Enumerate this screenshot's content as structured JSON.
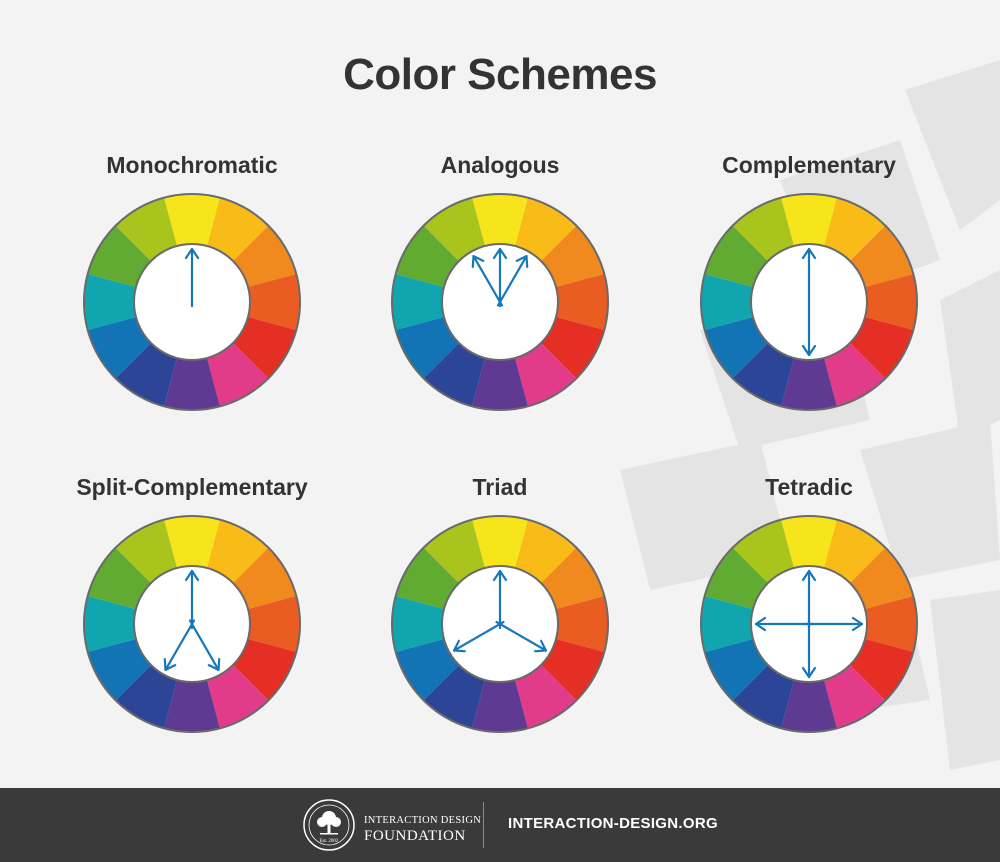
{
  "title": "Color Schemes",
  "wheel_colors": [
    "#f6e51b",
    "#f8bb18",
    "#f08a1f",
    "#e95c22",
    "#e52e24",
    "#e13b8a",
    "#5e3a92",
    "#2c4596",
    "#1273b5",
    "#11a5b0",
    "#62ab33",
    "#a8c41d"
  ],
  "arrow_color": "#1778b9",
  "accent_colors": {
    "background": "#f3f3f3",
    "footer": "#3a3a3a",
    "text": "#333333"
  },
  "schemes": [
    {
      "label": "Monochromatic",
      "arrows": [
        0
      ],
      "center_arrows": false
    },
    {
      "label": "Analogous",
      "arrows": [
        -30,
        0,
        30
      ],
      "center_arrows": false
    },
    {
      "label": "Complementary",
      "arrows": [
        0,
        180
      ],
      "center_arrows": true
    },
    {
      "label": "Split-Complementary",
      "arrows": [
        0,
        150,
        210
      ],
      "center_arrows": false
    },
    {
      "label": "Triad",
      "arrows": [
        0,
        120,
        240
      ],
      "center_arrows": false
    },
    {
      "label": "Tetradic",
      "arrows": [
        0,
        90,
        180,
        270
      ],
      "center_arrows": false
    }
  ],
  "footer": {
    "brand_line1": "INTERACTION DESIGN",
    "brand_line2": "FOUNDATION",
    "seal_text": "Est. 2002",
    "url": "INTERACTION-DESIGN.ORG"
  },
  "icons": {
    "logo": "tree-seal-icon"
  }
}
